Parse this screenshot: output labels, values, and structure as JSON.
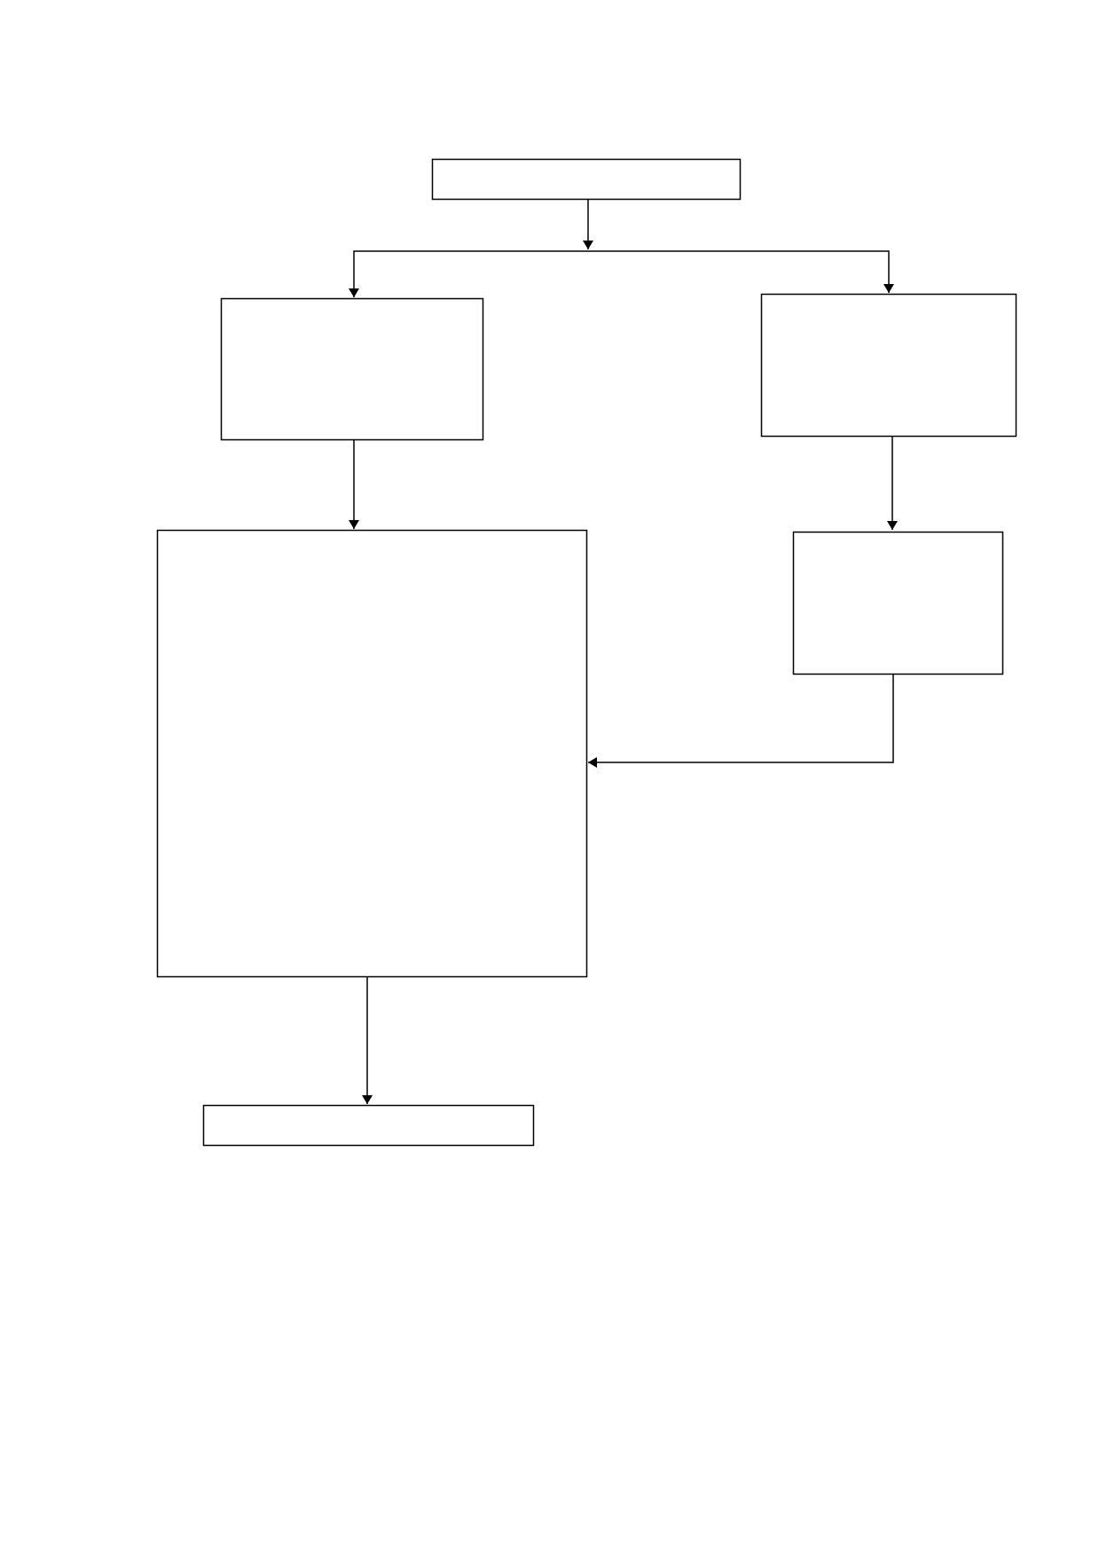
{
  "diagram": {
    "type": "flowchart",
    "line_color": "#000000",
    "fill_color": "#ffffff",
    "boxes": [
      {
        "id": "top-box",
        "text": ""
      },
      {
        "id": "left-upper-box",
        "text": ""
      },
      {
        "id": "right-upper-box",
        "text": ""
      },
      {
        "id": "main-box",
        "text": ""
      },
      {
        "id": "right-lower-box",
        "text": ""
      },
      {
        "id": "bottom-box",
        "text": ""
      }
    ],
    "edges": [
      {
        "from": "top-box",
        "to": "left-upper-box"
      },
      {
        "from": "top-box",
        "to": "right-upper-box"
      },
      {
        "from": "left-upper-box",
        "to": "main-box"
      },
      {
        "from": "right-upper-box",
        "to": "right-lower-box"
      },
      {
        "from": "right-lower-box",
        "to": "main-box"
      },
      {
        "from": "main-box",
        "to": "bottom-box"
      }
    ]
  }
}
